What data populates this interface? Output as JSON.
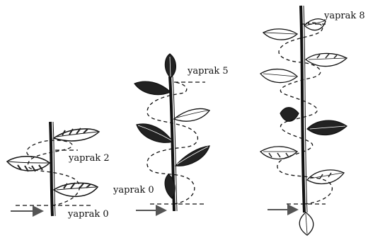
{
  "figure": {
    "panels": [
      {
        "id": "left-plant",
        "labels": {
          "top": "yaprak 2",
          "bottom": "yaprak 0"
        }
      },
      {
        "id": "middle-plant",
        "labels": {
          "top": "yaprak 5",
          "bottom": "yaprak 0"
        }
      },
      {
        "id": "right-plant",
        "labels": {
          "top": "yaprak 8"
        }
      }
    ],
    "colors": {
      "ink": "#111111",
      "leaf_fill": "#ffffff",
      "leaf_shade": "#2a2a2a",
      "arrow": "#555555"
    }
  }
}
